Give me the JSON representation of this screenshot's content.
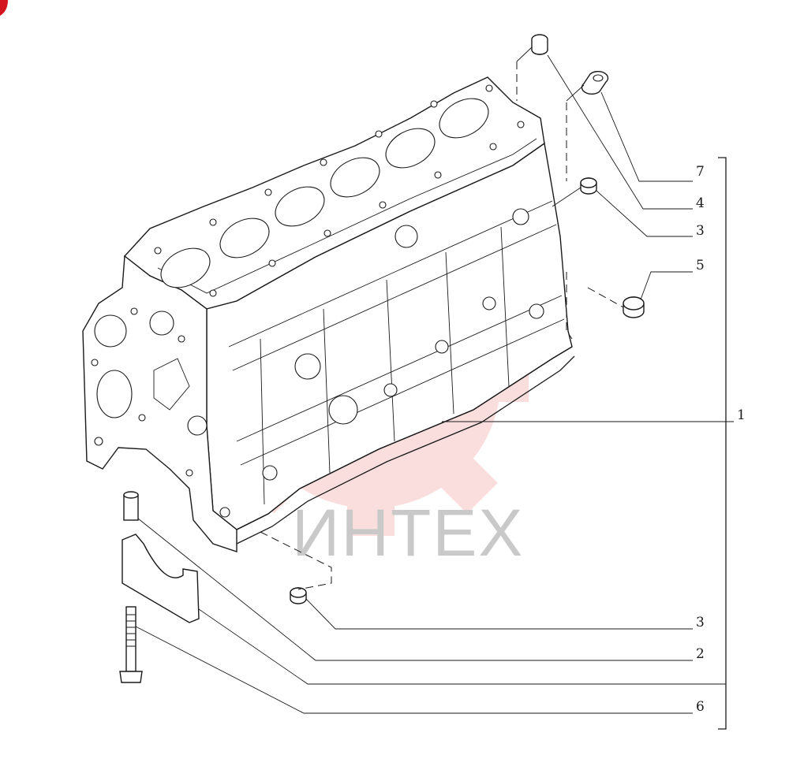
{
  "watermark": {
    "text": "ИНТЕХ",
    "color": "#e53935"
  },
  "corner_mark_color": "#d4141e",
  "callouts": [
    {
      "id": "c7",
      "label": "7"
    },
    {
      "id": "c4",
      "label": "4"
    },
    {
      "id": "c3a",
      "label": "3"
    },
    {
      "id": "c5",
      "label": "5"
    },
    {
      "id": "c1",
      "label": "1"
    },
    {
      "id": "c3b",
      "label": "3"
    },
    {
      "id": "c2",
      "label": "2"
    },
    {
      "id": "c6",
      "label": "6"
    }
  ]
}
